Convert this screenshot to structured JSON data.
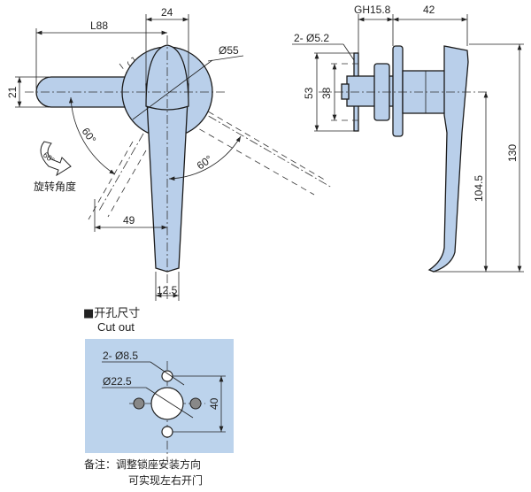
{
  "front_view": {
    "length_label": "L88",
    "hub_width_label": "24",
    "diameter_label": "Ø55",
    "handle_height_label": "21",
    "angle_left_label": "60°",
    "angle_right_label": "60°",
    "offset_label": "49",
    "tip_width_label": "12.5",
    "rotation_icon_label": "60°",
    "rotation_caption": "旋转角度"
  },
  "side_view": {
    "grip_label": "GH15.8",
    "depth_label": "42",
    "mount_holes_label": "2- Ø5.2",
    "plate_height_label": "53",
    "hole_spacing_label": "38",
    "center_to_tip_label": "104.5",
    "total_height_label": "130"
  },
  "cutout": {
    "title": "■开孔尺寸",
    "subtitle": "Cut out",
    "small_holes_label": "2- Ø8.5",
    "main_hole_label": "Ø22.5",
    "spacing_label": "40",
    "background_color": "#bcd3ec"
  },
  "note": {
    "line1": "备注：调整锁座安装方向",
    "line2": "可实现左右开门"
  }
}
